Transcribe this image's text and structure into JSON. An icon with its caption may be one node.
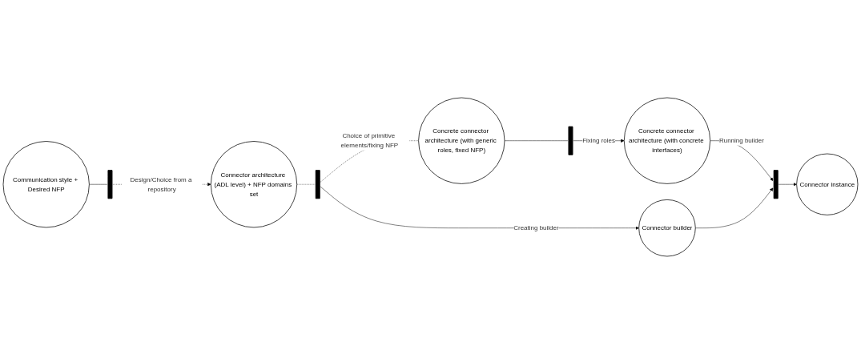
{
  "diagram": {
    "nodes": [
      {
        "text": [
          "Communication style + Desired NFP"
        ]
      },
      {
        "text": [],
        "shape": "bar"
      },
      {
        "text": [
          "Connector architecture (ADL level) + NFP domains set"
        ]
      },
      {
        "text": [],
        "shape": "bar"
      },
      {
        "text": [
          "Connector builder"
        ]
      },
      {
        "text": [
          "Concrete connector architecture (with generic roles, fixed NFP)"
        ]
      },
      {
        "text": [],
        "shape": "bar"
      },
      {
        "text": [
          "Concrete connector architecture (with concrete interfaces)"
        ]
      },
      {
        "text": [],
        "shape": "bar"
      },
      {
        "text": [
          "Connector instance"
        ]
      }
    ],
    "edges": [
      {
        "from": 0,
        "to": 1,
        "arrow": "none"
      },
      {
        "from": 1,
        "to": 2,
        "arrow": "to",
        "label": "Design/Choice from a repository",
        "style": "dashed"
      },
      {
        "from": 2,
        "to": 3,
        "arrow": "none",
        "style": "dashed"
      },
      {
        "from": 3,
        "to": 4,
        "arrow": "to",
        "label": "Creating builder"
      },
      {
        "from": 3,
        "to": 5,
        "arrow": "none",
        "label": "Choice of primitive elements/fixing NFP",
        "style": "dashed"
      },
      {
        "from": 5,
        "to": 6,
        "arrow": "none"
      },
      {
        "from": 6,
        "to": 7,
        "arrow": "to",
        "label": "Fixing roles"
      },
      {
        "from": 7,
        "to": 8,
        "arrow": "to",
        "label": "Running builder"
      },
      {
        "from": 4,
        "to": 8,
        "arrow": "to"
      },
      {
        "from": 8,
        "to": 9,
        "arrow": "to"
      }
    ]
  }
}
